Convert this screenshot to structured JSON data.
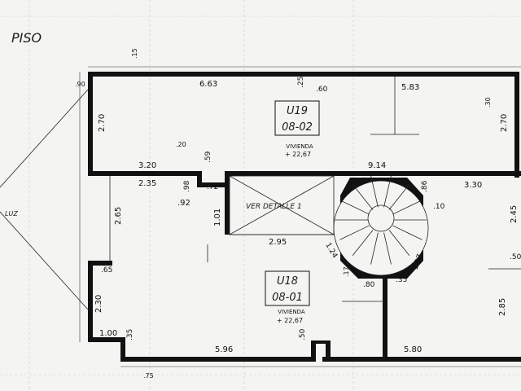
{
  "floor_label": "PISO",
  "side_label": "LUZ",
  "units": [
    {
      "code": "U19",
      "number": "08-02",
      "use": "VIVIENDA",
      "area": "+ 22,67"
    },
    {
      "code": "U18",
      "number": "08-01",
      "use": "VIVIENDA",
      "area": "+ 22,67"
    }
  ],
  "detail_note": "VER DETALLE 1",
  "dimensions": [
    "6.63",
    "5.83",
    "2.70",
    "2.70",
    "3.20",
    "9.14",
    "2.35",
    "3.30",
    ".92",
    ".72",
    "1.01",
    "2.95",
    "2.45",
    "1.24",
    "2.65",
    ".65",
    "2.30",
    "1.00",
    ".35",
    "5.96",
    "5.80",
    "2.85",
    ".10",
    ".86",
    ".80",
    ".35",
    "1.17",
    ".50",
    ".60",
    ".25",
    ".20",
    ".15",
    ".30",
    ".59",
    ".98",
    ".17",
    ".75",
    ".90",
    ".50"
  ]
}
